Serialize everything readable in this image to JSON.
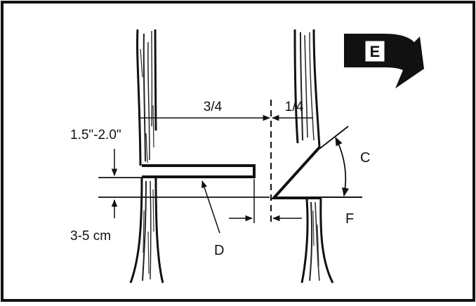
{
  "diagram": {
    "direction_label": "E",
    "labels": {
      "fraction_left": "3/4",
      "fraction_right": "1/4",
      "height_inches": "1.5\"-2.0\"",
      "height_cm": "3-5 cm",
      "angle": "C",
      "back_cut": "D",
      "hinge": "F"
    }
  }
}
